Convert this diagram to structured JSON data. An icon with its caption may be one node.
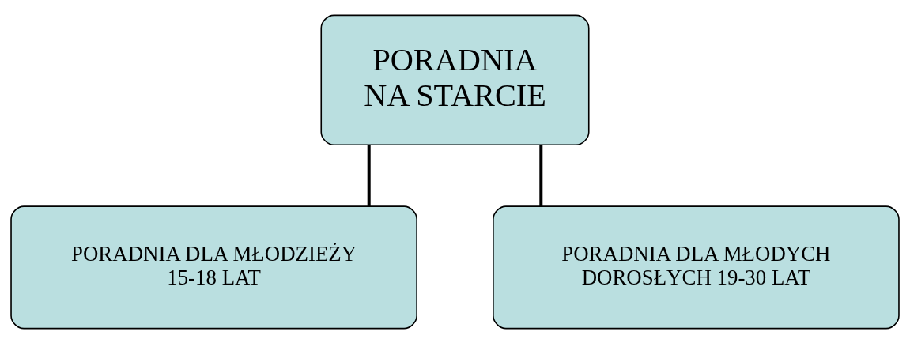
{
  "diagram": {
    "nodes": [
      {
        "text": [
          "PORADNIA NA STARCIE"
        ]
      },
      {
        "text": [
          "PORADNIA DLA MŁODZIEŻY 15-18 LAT"
        ]
      },
      {
        "text": [
          "PORADNIA DLA MŁODYCH DOROSŁYCH 19-30 LAT"
        ]
      }
    ],
    "edges": [
      {
        "from": 0,
        "to": 1,
        "arrow": "none"
      },
      {
        "from": 0,
        "to": 2,
        "arrow": "none"
      }
    ]
  }
}
